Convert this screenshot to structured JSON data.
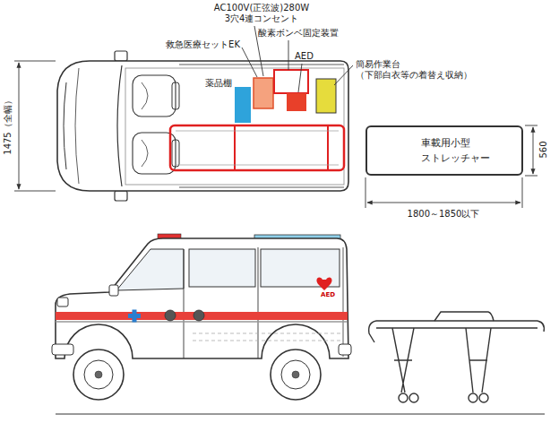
{
  "diagram": {
    "nodes": [
      {
        "text": [
          "車載用小型 ストレッチャー"
        ]
      }
    ],
    "labels": [
      "AC100V(正弦波)280W 3穴4連コンセント",
      "救急医療セットEK",
      "酸素ボンベ固定装置",
      "AED",
      "簡易作業台 （下部白衣等の着替え収納）",
      "薬品棚",
      "1475（全幅）",
      "560",
      "1800～1850以下",
      "AED"
    ]
  }
}
